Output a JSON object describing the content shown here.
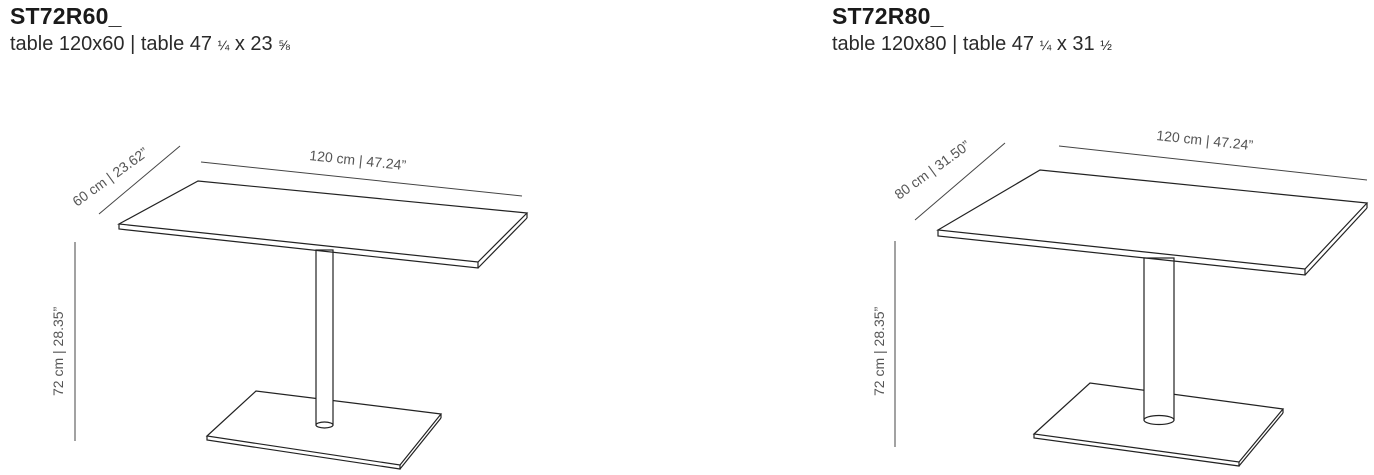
{
  "products": [
    {
      "code": "ST72R60_",
      "desc_metric": "table 120x60",
      "separator": "|",
      "desc_imperial_prefix": "table 47 ",
      "w_frac": "¼",
      "x_sep": " x 23 ",
      "d_frac": "⅝",
      "dims": {
        "width": "120 cm | 47.24”",
        "depth": "60 cm | 23.62”",
        "height": "72 cm | 28.35”"
      }
    },
    {
      "code": "ST72R80_",
      "desc_metric": "table 120x80",
      "separator": "|",
      "desc_imperial_prefix": "table 47 ",
      "w_frac": "¼",
      "x_sep": " x 31 ",
      "d_frac": "½",
      "dims": {
        "width": "120 cm | 47.24”",
        "depth": "80 cm | 31.50”",
        "height": "72 cm | 28.35”"
      }
    }
  ]
}
